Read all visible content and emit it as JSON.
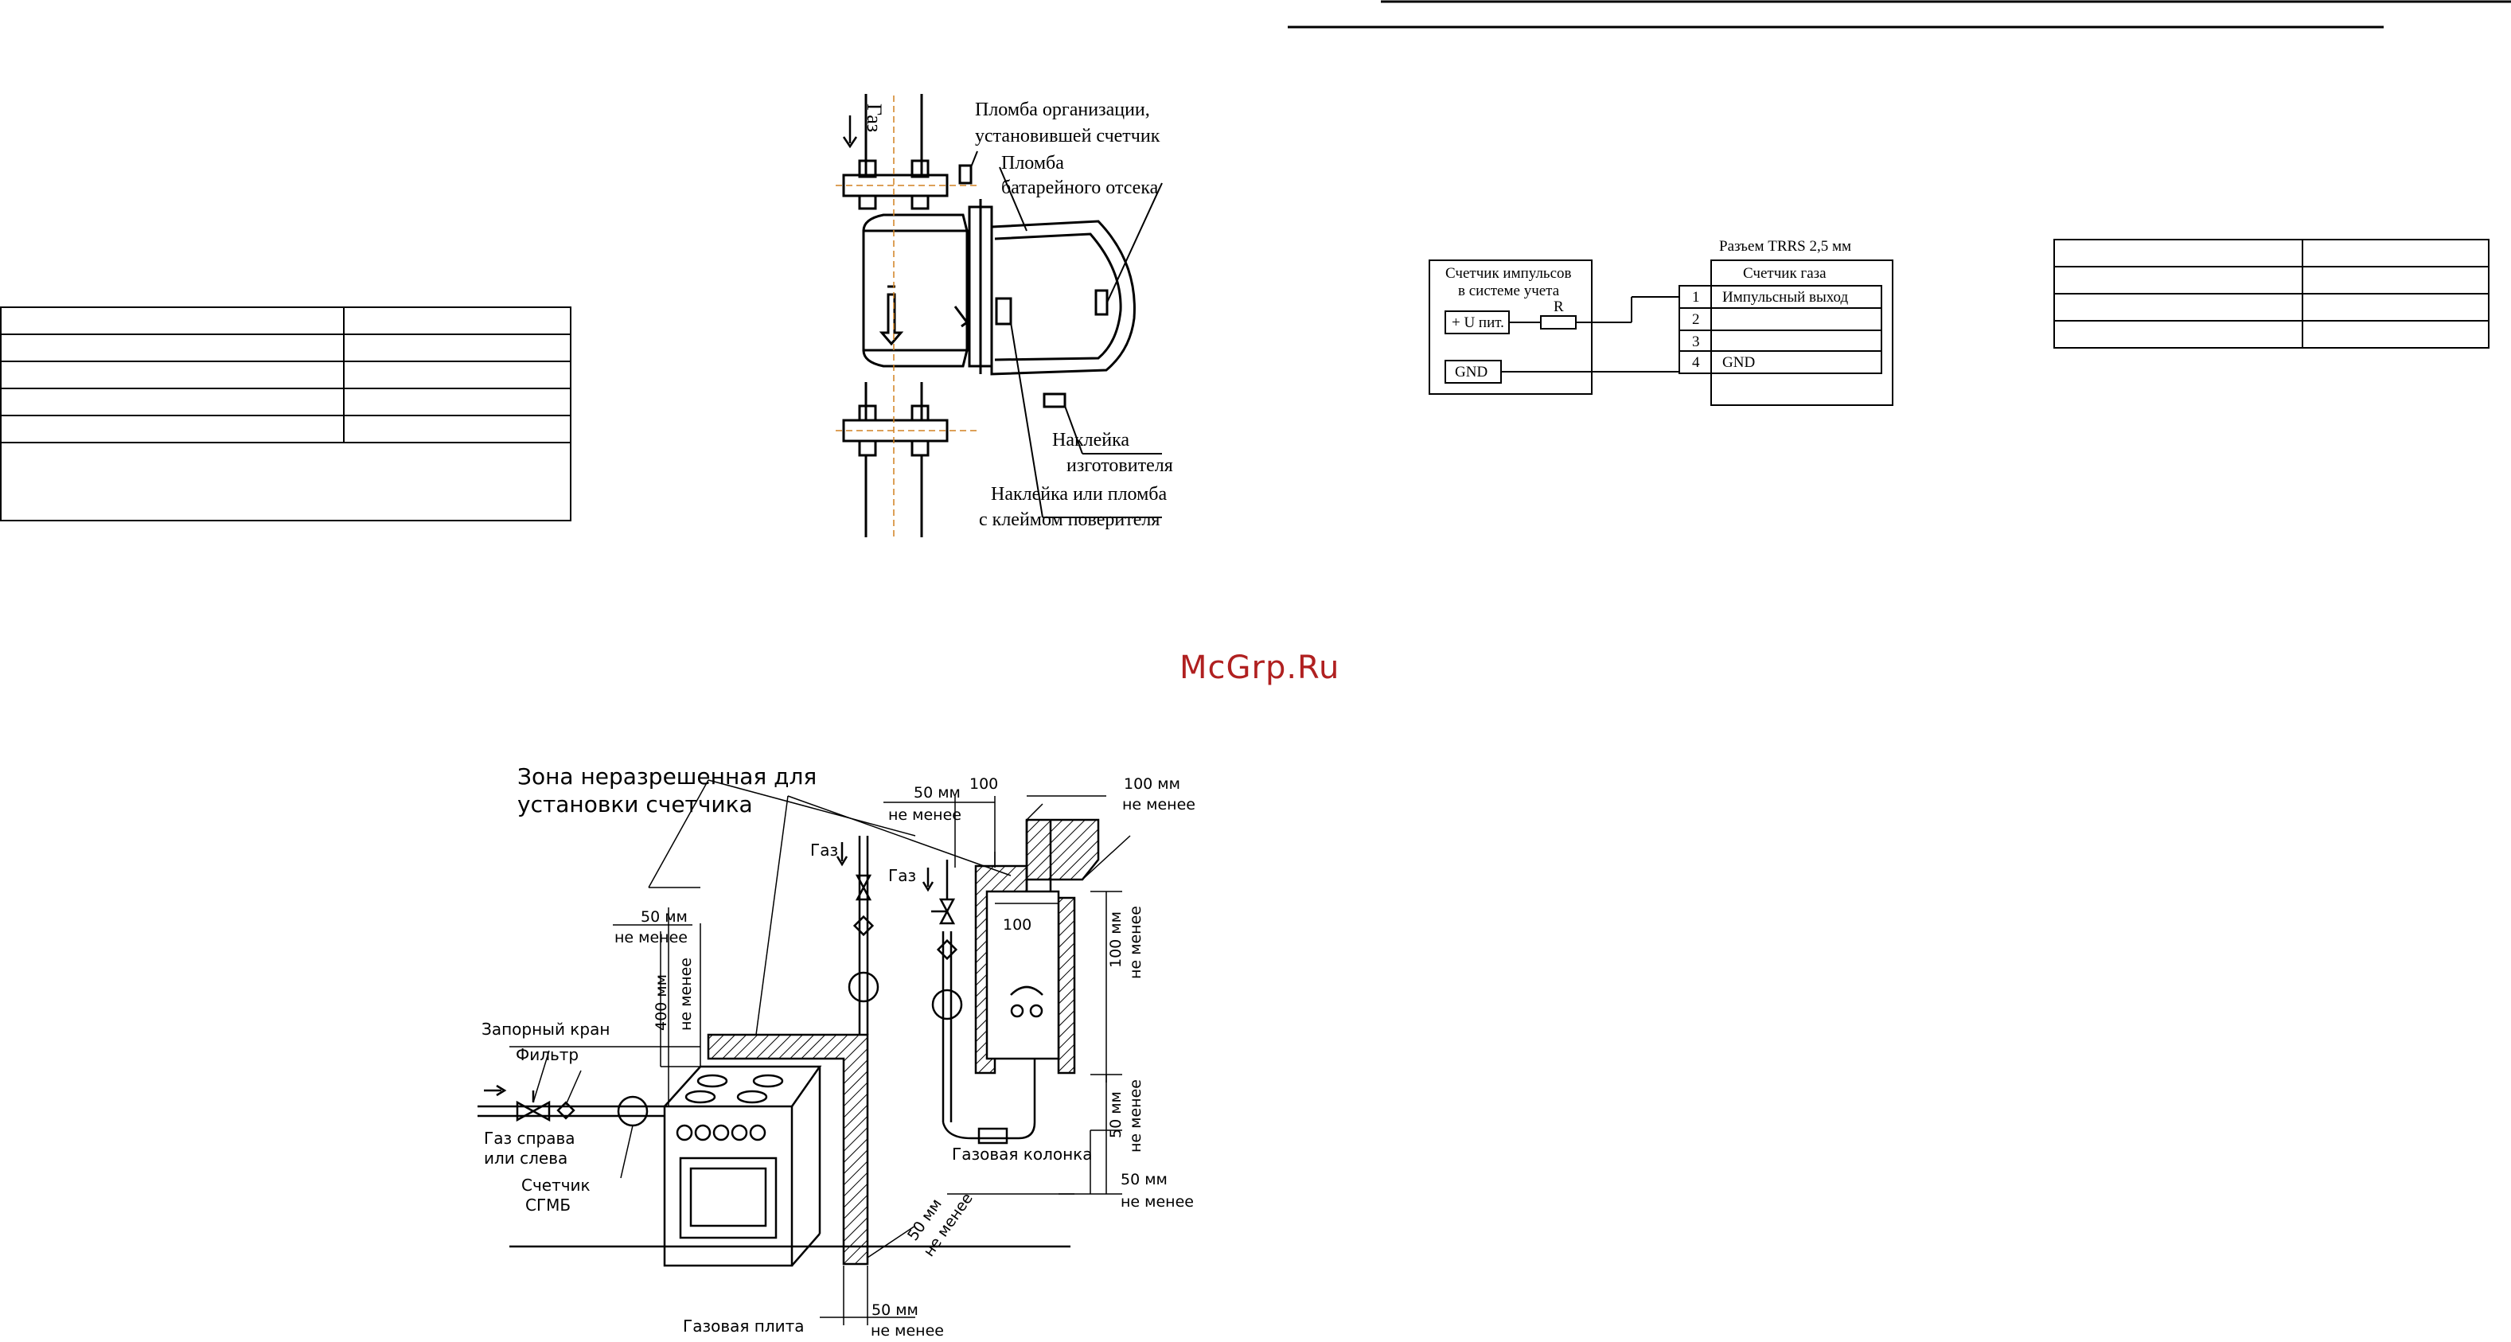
{
  "watermark": "McGrp.Ru",
  "meter_figure": {
    "gas_label": "Газ",
    "callouts": [
      "Пломба организации,",
      "установившей счетчик",
      "Пломба",
      "батарейного отсека",
      "Наклейка",
      "изготовителя",
      "Наклейка или пломба",
      "с клеймом поверителя"
    ]
  },
  "wiring_diagram": {
    "connector_title": "Разъем TRRS 2,5 мм",
    "counter_box_title": [
      "Счетчик импульсов",
      "в системе учета"
    ],
    "gas_meter_title": "Счетчик газа",
    "resistor": "R",
    "supply": "+ U пит.",
    "gnd": "GND",
    "pins": [
      {
        "num": "1",
        "label": "Импульсный выход"
      },
      {
        "num": "2",
        "label": ""
      },
      {
        "num": "3",
        "label": ""
      },
      {
        "num": "4",
        "label": "GND"
      }
    ]
  },
  "install_diagram": {
    "zone_label": [
      "Зона неразрешенная для",
      "установки счетчика"
    ],
    "labels": {
      "shutoff": "Запорный кран",
      "filter": "Фильтр",
      "gas_side": [
        "Газ справа",
        "или слева"
      ],
      "meter": [
        "Счетчик",
        "СГМБ"
      ],
      "stove": "Газовая плита",
      "heater": "Газовая колонка",
      "gas": "Газ"
    },
    "dims": {
      "d50": "50 мм",
      "not_less": "не менее",
      "d400": "400 мм",
      "d100": "100",
      "d100mm": "100 мм"
    }
  }
}
